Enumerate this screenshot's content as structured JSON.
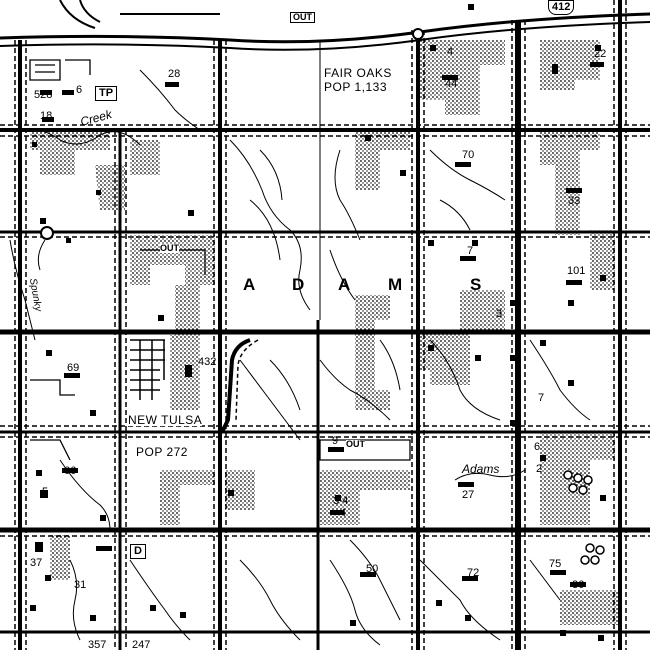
{
  "township": {
    "letters": [
      "A",
      "D",
      "A",
      "M",
      "S"
    ]
  },
  "towns": {
    "fair_oaks_name": "FAIR OAKS",
    "fair_oaks_pop": "POP 1,133",
    "new_tulsa_name": "NEW TULSA",
    "new_tulsa_pop": "POP 272"
  },
  "water": {
    "creek": "Creek",
    "spunky": "Spunky",
    "adams": "Adams"
  },
  "highway": {
    "shield": "412"
  },
  "markers": {
    "tp": "TP",
    "d": "D",
    "out": "OUT"
  },
  "section_numbers": {
    "n528": "528",
    "n6": "6",
    "n18": "18",
    "n28": "28",
    "n4": "4",
    "n44": "44",
    "n22": "22",
    "n70": "70",
    "n33": "33",
    "n7": "7",
    "n101": "101",
    "n3": "3",
    "n69": "69",
    "n432": "432",
    "n9": "9",
    "n6b": "6",
    "n2": "2",
    "n66": "66",
    "n5": "5",
    "n27": "27",
    "n34": "3 4",
    "n4b": "4",
    "n37": "37",
    "n31": "31",
    "n50": "50",
    "n72": "72",
    "n75": "75",
    "n36": "36",
    "n357": "357",
    "n247": "247",
    "n7b": "7"
  },
  "colors": {
    "ink": "#000000",
    "paper": "#ffffff",
    "stipple": "#8a8a8a"
  }
}
